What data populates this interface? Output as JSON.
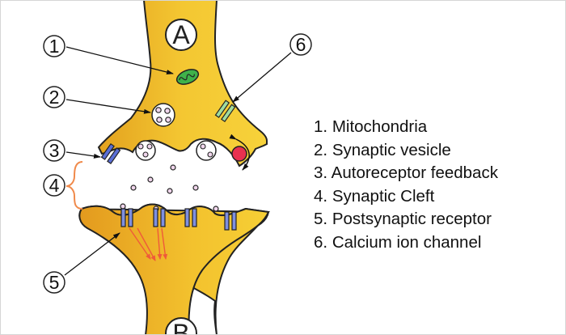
{
  "title_fragment": "...(partially cut-off title text at top)...",
  "neuron_labels": {
    "presynaptic": "A",
    "postsynaptic": "B"
  },
  "callout_numbers": [
    "1",
    "2",
    "3",
    "4",
    "5",
    "6"
  ],
  "legend": [
    {
      "num": "1",
      "label": "Mitochondria"
    },
    {
      "num": "2",
      "label": "Synaptic vesicle"
    },
    {
      "num": "3",
      "label": "Autoreceptor feedback"
    },
    {
      "num": "4",
      "label": "Synaptic Cleft"
    },
    {
      "num": "5",
      "label": "Postsynaptic receptor"
    },
    {
      "num": "6",
      "label": "Calcium ion channel"
    }
  ],
  "colors": {
    "terminal_fill": "#f2c12e",
    "terminal_dark": "#e2a020",
    "mitochondrion": "#3fb24a",
    "autoreceptor": "#5b6fd6",
    "postsynaptic_receptor": "#7f8fe0",
    "calcium_channel": "#9fdc9f",
    "calcium_ion": "#e8304f",
    "vesicle_fill": "#f0d6ec",
    "signal_arrows": "#ef5a3a",
    "cleft_bracket": "#f08a4b"
  }
}
